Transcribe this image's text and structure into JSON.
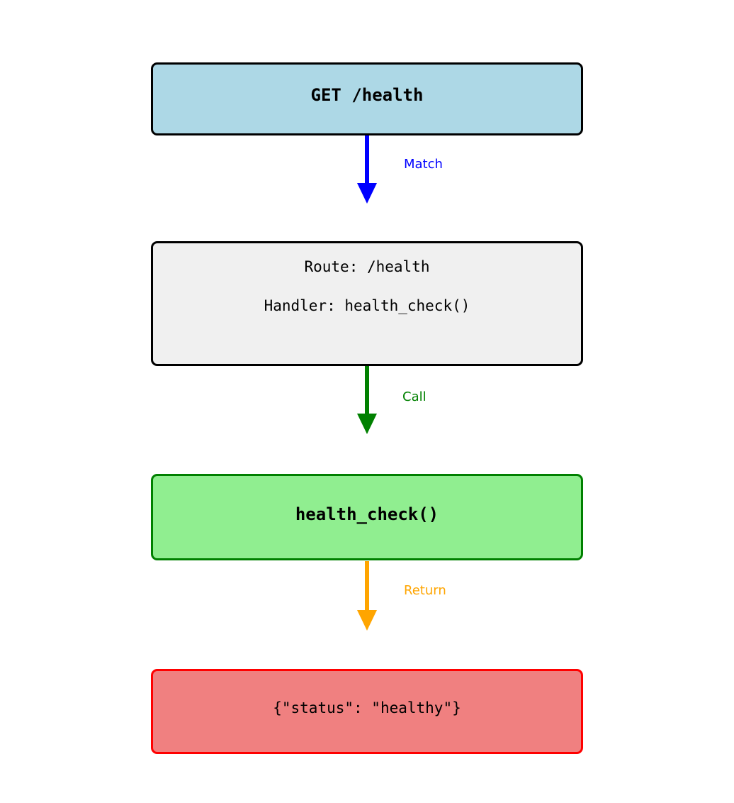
{
  "diagram": {
    "description": "HTTP request routing flowchart",
    "nodes": [
      {
        "id": "request",
        "label": "GET /health",
        "fill": "#ADD8E6",
        "border_color": "#000000",
        "text_style": "bold"
      },
      {
        "id": "route",
        "lines": [
          "Route: /health",
          "Handler: health_check()"
        ],
        "fill": "#F0F0F0",
        "border_color": "#000000",
        "text_style": "regular"
      },
      {
        "id": "handler",
        "label": "health_check()",
        "fill": "#90EE90",
        "border_color": "#008000",
        "text_style": "bold"
      },
      {
        "id": "response",
        "label": "{\"status\": \"healthy\"}",
        "fill": "#F08080",
        "border_color": "#FF0000",
        "text_style": "regular"
      }
    ],
    "edges": [
      {
        "id": "match",
        "from": "request",
        "to": "route",
        "label": "Match",
        "color": "#0000FF"
      },
      {
        "id": "call",
        "from": "route",
        "to": "handler",
        "label": "Call",
        "color": "#008000"
      },
      {
        "id": "return",
        "from": "handler",
        "to": "response",
        "label": "Return",
        "color": "#FFA500"
      }
    ],
    "background_color": "#FFFFFF"
  }
}
